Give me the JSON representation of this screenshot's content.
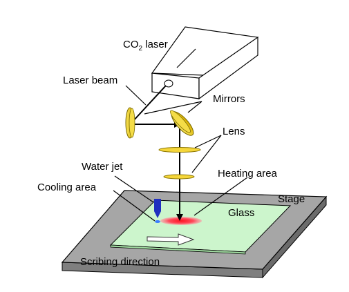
{
  "labels": {
    "co2_prefix": "CO",
    "co2_subscript": "2",
    "co2_suffix": " laser",
    "laser_beam": "Laser beam",
    "mirrors": "Mirrors",
    "lens": "Lens",
    "water_jet": "Water jet",
    "heating_area": "Heating area",
    "cooling_area": "Cooling area",
    "stage": "Stage",
    "glass": "Glass",
    "scribing_direction": "Scribing direction"
  },
  "colors": {
    "stage_fill": "#a6a6a6",
    "stage_side": "#7f7f7f",
    "glass_fill": "#ccf5cc",
    "mirror_lens": "#f5d63a",
    "heating": "#ff2f3f",
    "water_jet": "#1f2fbf",
    "laser_box": "#ffffff",
    "lines": "#000000"
  },
  "icons": {
    "scribing_arrow": "right-arrow-icon"
  }
}
